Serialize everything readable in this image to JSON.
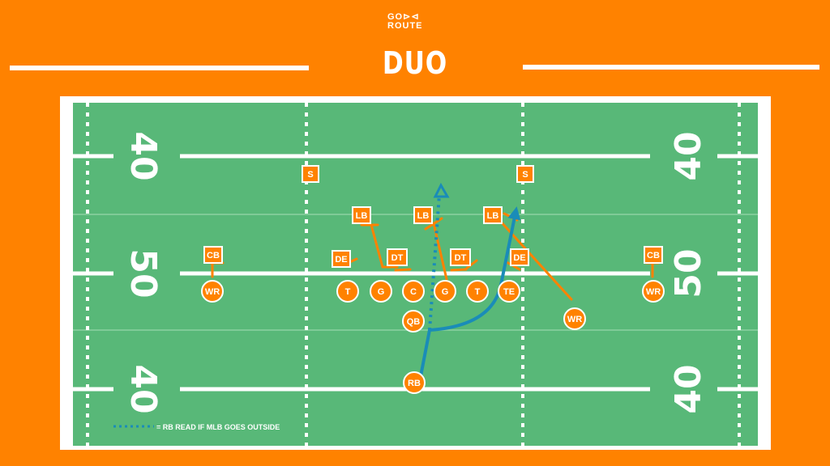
{
  "header": {
    "logo_line1": "GO⊳⊲",
    "logo_line2": "ROUTE",
    "title": "DUO"
  },
  "field": {
    "yard_numbers": [
      "40",
      "50",
      "40"
    ],
    "colors": {
      "background": "#FF8200",
      "turf": "#58B878",
      "lines": "#FFFFFF",
      "offense": "#FF8200",
      "run_path": "#1A8CB8"
    }
  },
  "players": {
    "defense": [
      {
        "label": "S"
      },
      {
        "label": "S"
      },
      {
        "label": "LB"
      },
      {
        "label": "LB"
      },
      {
        "label": "LB"
      },
      {
        "label": "CB"
      },
      {
        "label": "CB"
      },
      {
        "label": "DE"
      },
      {
        "label": "DT"
      },
      {
        "label": "DT"
      },
      {
        "label": "DE"
      }
    ],
    "offense": [
      {
        "label": "WR"
      },
      {
        "label": "T"
      },
      {
        "label": "G"
      },
      {
        "label": "C"
      },
      {
        "label": "G"
      },
      {
        "label": "T"
      },
      {
        "label": "TE"
      },
      {
        "label": "WR"
      },
      {
        "label": "QB"
      },
      {
        "label": "WR"
      },
      {
        "label": "RB"
      }
    ]
  },
  "legend": {
    "text": "= RB READ IF MLB GOES OUTSIDE"
  }
}
